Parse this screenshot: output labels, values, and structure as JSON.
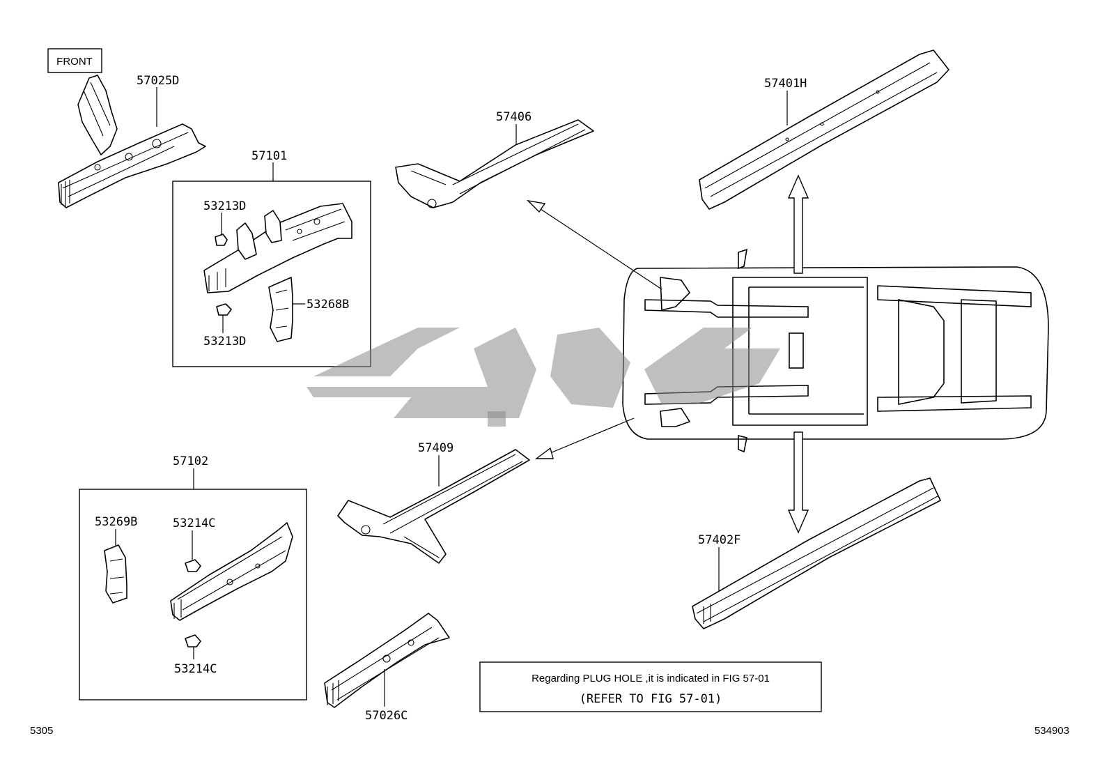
{
  "front_label": "FRONT",
  "parts": {
    "p57025D": "57025D",
    "p57101": "57101",
    "p53213D_top": "53213D",
    "p53213D_bottom": "53213D",
    "p53268B": "53268B",
    "p57406": "57406",
    "p57401H": "57401H",
    "p57409": "57409",
    "p57102": "57102",
    "p53269B": "53269B",
    "p53214C_top": "53214C",
    "p53214C_bottom": "53214C",
    "p57026C": "57026C",
    "p57402F": "57402F"
  },
  "note": {
    "line1": "Regarding PLUG HOLE ,it is indicated in FIG 57-01",
    "line2": "(REFER TO FIG 57-01)"
  },
  "footer": {
    "left_code": "5305",
    "right_code": "534903"
  },
  "watermark_color": "#8a8a8a"
}
